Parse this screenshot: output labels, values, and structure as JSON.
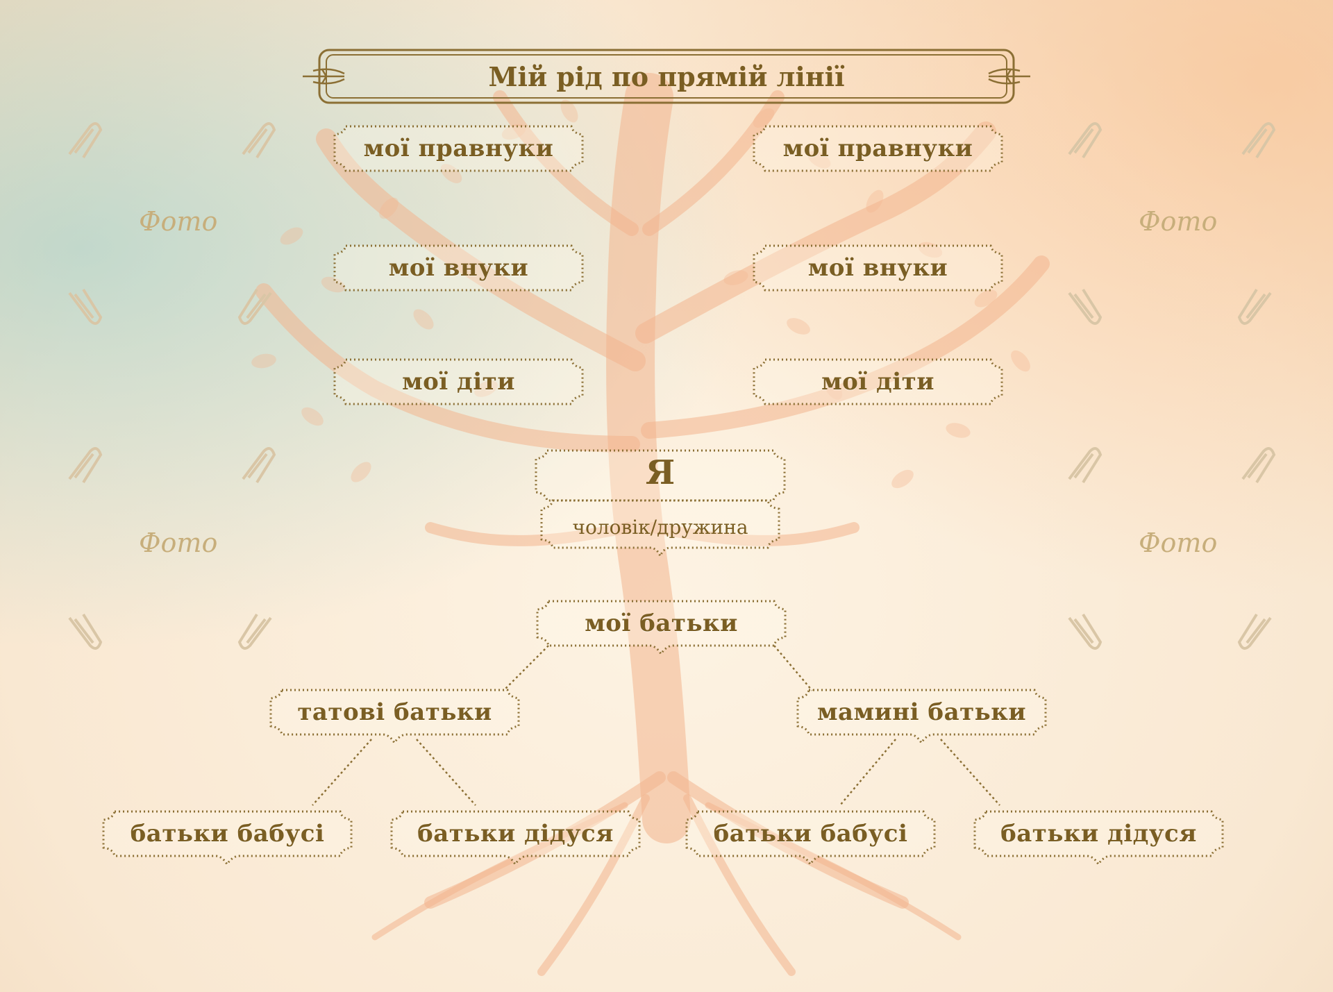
{
  "title": "Мій рід по прямій лінії",
  "photo_label": "Фото",
  "descendants": {
    "great_grandchildren": "мої правнуки",
    "grandchildren": "мої внуки",
    "children": "мої діти"
  },
  "self": {
    "me": "Я",
    "spouse": "чоловік/дружина"
  },
  "ancestors": {
    "parents": "мої батьки",
    "fathers_parents": "татові батьки",
    "mothers_parents": "мамині батьки",
    "grandmothers_parents": "батьки бабусі",
    "grandfathers_parents": "батьки дідуся"
  },
  "colors": {
    "text": "#7a5e23",
    "frame": "#8b6f34",
    "photo_text": "#c7ae7b",
    "tree": "#f2b48c"
  }
}
